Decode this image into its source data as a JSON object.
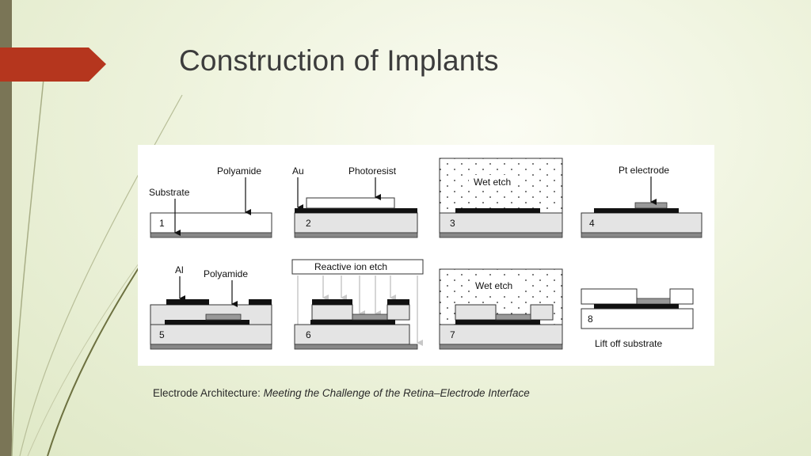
{
  "slide": {
    "title": "Construction of Implants",
    "caption_prefix": "Electrode Architecture: ",
    "caption_italic": "Meeting the Challenge of the Retina–Electrode Interface"
  },
  "figure": {
    "steps": [
      "1",
      "2",
      "3",
      "4",
      "5",
      "6",
      "7",
      "8"
    ],
    "labels": {
      "substrate": "Substrate",
      "polyamide_1": "Polyamide",
      "au": "Au",
      "photoresist": "Photoresist",
      "wet_etch_3": "Wet etch",
      "pt_electrode": "Pt electrode",
      "al": "Al",
      "polyamide_5": "Polyamide",
      "reactive_ion_etch": "Reactive ion etch",
      "wet_etch_7": "Wet etch",
      "lift_off": "Lift off substrate"
    }
  },
  "colors": {
    "accent_tab": "#b5361e",
    "side_bar": "#7a7556",
    "layer_gray": "#e4e4e4",
    "metal": "#111111",
    "pt": "#999999"
  }
}
